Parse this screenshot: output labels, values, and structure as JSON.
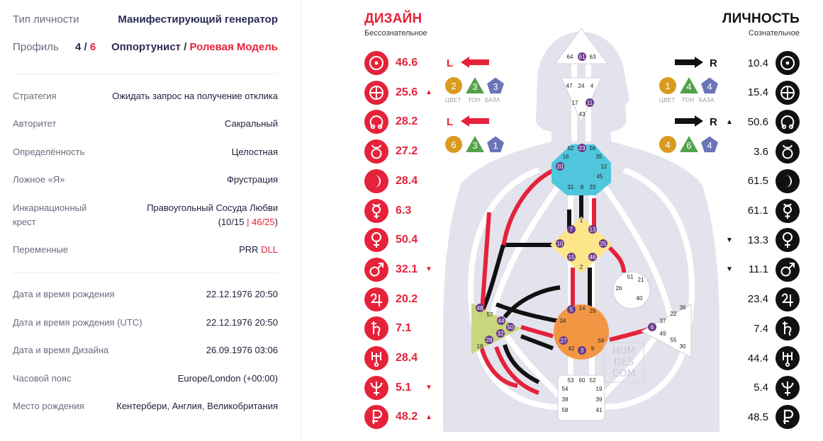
{
  "profile": {
    "type_label": "Тип личности",
    "type_value": "Манифестирующий генератор",
    "profile_label": "Профиль",
    "profile_num_a": "4",
    "profile_sep": " / ",
    "profile_num_b": "6",
    "profile_name_a": "Оппортунист",
    "profile_name_sep": " / ",
    "profile_name_b": "Ролевая Модель"
  },
  "details": [
    {
      "label": "Стратегия",
      "value": "Ожидать запрос на получение отклика"
    },
    {
      "label": "Авторитет",
      "value": "Сакральный"
    },
    {
      "label": "Определённость",
      "value": "Целостная"
    },
    {
      "label": "Ложное «Я»",
      "value": "Фрустрация"
    }
  ],
  "cross": {
    "label_1": "Инкарнационный",
    "label_2": "крест",
    "value": "Правоугольный Сосуда Любви",
    "gates_open": "(",
    "gates_a": "10/15",
    "gates_sep": " | ",
    "gates_b": "46/25",
    "gates_close": ")"
  },
  "variables": {
    "label": "Переменные",
    "value_a": "PRR",
    "value_b": "DLL"
  },
  "birth": [
    {
      "label": "Дата и время рождения",
      "value": "22.12.1976 20:50"
    },
    {
      "label": "Дата и время рождения (UTC)",
      "value": "22.12.1976 20:50"
    },
    {
      "label": "Дата и время Дизайна",
      "value": "26.09.1976 03:06"
    },
    {
      "label": "Часовой пояс",
      "value": "Europe/London (+00:00)"
    },
    {
      "label": "Место рождения",
      "value": "Кентербери, Англия, Великобритания"
    }
  ],
  "design": {
    "title": "ДИЗАЙН",
    "subtitle": "Бессознательное",
    "planets": [
      {
        "icon": "sun-icon",
        "value": "46.6",
        "arrow": ""
      },
      {
        "icon": "earth-icon",
        "value": "25.6",
        "arrow": "▲"
      },
      {
        "icon": "north-node-icon",
        "value": "28.2",
        "arrow": ""
      },
      {
        "icon": "south-node-icon",
        "value": "27.2",
        "arrow": ""
      },
      {
        "icon": "moon-icon",
        "value": "28.4",
        "arrow": ""
      },
      {
        "icon": "mercury-icon",
        "value": "6.3",
        "arrow": ""
      },
      {
        "icon": "venus-icon",
        "value": "50.4",
        "arrow": ""
      },
      {
        "icon": "mars-icon",
        "value": "32.1",
        "arrow": "▼"
      },
      {
        "icon": "jupiter-icon",
        "value": "20.2",
        "arrow": ""
      },
      {
        "icon": "saturn-icon",
        "value": "7.1",
        "arrow": ""
      },
      {
        "icon": "uranus-icon",
        "value": "28.4",
        "arrow": ""
      },
      {
        "icon": "neptune-icon",
        "value": "5.1",
        "arrow": "▼"
      },
      {
        "icon": "pluto-icon",
        "value": "48.2",
        "arrow": "▲"
      }
    ],
    "var_top": {
      "dir": "L",
      "color": "2",
      "tone": "3",
      "base": "3"
    },
    "var_bottom": {
      "dir": "L",
      "color": "6",
      "tone": "3",
      "base": "1"
    }
  },
  "personality": {
    "title": "ЛИЧНОСТЬ",
    "subtitle": "Сознательное",
    "planets": [
      {
        "icon": "sun-icon",
        "value": "10.4",
        "arrow": ""
      },
      {
        "icon": "earth-icon",
        "value": "15.4",
        "arrow": ""
      },
      {
        "icon": "north-node-icon",
        "value": "50.6",
        "arrow": "▲"
      },
      {
        "icon": "south-node-icon",
        "value": "3.6",
        "arrow": ""
      },
      {
        "icon": "moon-icon",
        "value": "61.5",
        "arrow": ""
      },
      {
        "icon": "mercury-icon",
        "value": "61.1",
        "arrow": ""
      },
      {
        "icon": "venus-icon",
        "value": "13.3",
        "arrow": "▼"
      },
      {
        "icon": "mars-icon",
        "value": "11.1",
        "arrow": "▼"
      },
      {
        "icon": "jupiter-icon",
        "value": "23.4",
        "arrow": ""
      },
      {
        "icon": "saturn-icon",
        "value": "7.4",
        "arrow": ""
      },
      {
        "icon": "uranus-icon",
        "value": "44.4",
        "arrow": ""
      },
      {
        "icon": "neptune-icon",
        "value": "5.4",
        "arrow": ""
      },
      {
        "icon": "pluto-icon",
        "value": "48.5",
        "arrow": ""
      }
    ],
    "var_top": {
      "dir": "R",
      "color": "1",
      "tone": "4",
      "base": "4"
    },
    "var_bottom": {
      "dir": "R",
      "color": "4",
      "tone": "6",
      "base": "4"
    }
  },
  "var_labels": {
    "color": "ЦВЕТ",
    "tone": "ТОН",
    "base": "БАЗА"
  },
  "watermark": {
    "line1": "HUM",
    "line2": "DES",
    "line3": "COM"
  },
  "centers": {
    "head": {
      "gates": [
        "64",
        "61",
        "63"
      ]
    },
    "ajna": {
      "gates": [
        "47",
        "24",
        "4",
        "17",
        "11",
        "43"
      ]
    },
    "throat": {
      "gates": [
        "62",
        "23",
        "56",
        "16",
        "35",
        "20",
        "12",
        "45",
        "31",
        "8",
        "33"
      ]
    },
    "g": {
      "gates": [
        "1",
        "7",
        "13",
        "10",
        "25",
        "15",
        "46",
        "2"
      ]
    },
    "heart": {
      "gates": [
        "51",
        "21",
        "26",
        "40"
      ]
    },
    "spleen": {
      "gates": [
        "48",
        "57",
        "44",
        "50",
        "32",
        "28",
        "18"
      ]
    },
    "sacral": {
      "gates": [
        "5",
        "14",
        "29",
        "34",
        "27",
        "3",
        "42",
        "9",
        "59"
      ]
    },
    "solar": {
      "gates": [
        "36",
        "22",
        "37",
        "6",
        "49",
        "55",
        "30"
      ]
    },
    "root": {
      "gates": [
        "53",
        "60",
        "52",
        "54",
        "19",
        "38",
        "39",
        "58",
        "41"
      ]
    }
  }
}
